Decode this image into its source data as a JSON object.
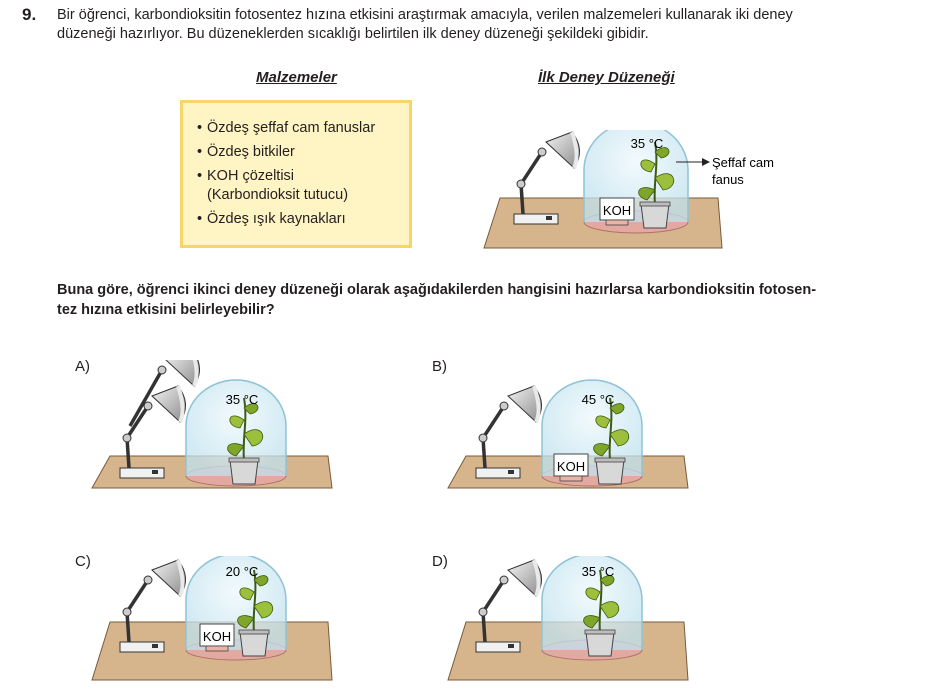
{
  "question": {
    "number": "9.",
    "lines": [
      "Bir öğrenci, karbondioksitin fotosentez hızına etkisini araştırmak amacıyla, verilen malzemeleri kullanarak iki deney",
      "düzeneği hazırlıyor. Bu düzeneklerden sıcaklığı belirtilen ilk deney düzeneği şekildeki gibidir."
    ]
  },
  "materials": {
    "title": "Malzemeler",
    "bullet": "•",
    "items": [
      [
        "Özdeş şeffaf cam fanuslar"
      ],
      [
        "Özdeş bitkiler"
      ],
      [
        "KOH çözeltisi",
        "(Karbondioksit tutucu)"
      ],
      [
        "Özdeş ışık kaynakları"
      ]
    ]
  },
  "first_setup": {
    "title": "İlk Deney Düzeneği",
    "temperature": "35 °C",
    "koh": "KOH",
    "label_line1": "Şeffaf cam",
    "label_line2": "fanus"
  },
  "prompt": {
    "lines": [
      "Buna göre, öğrenci ikinci deney düzeneği olarak aşağıdakilerden hangisini hazırlarsa karbondioksitin fotosen-",
      "tez hızına etkisini belirleyebilir?"
    ]
  },
  "options": [
    {
      "label": "A)",
      "temperature": "35 °C",
      "koh": ""
    },
    {
      "label": "B)",
      "temperature": "45 °C",
      "koh": "KOH"
    },
    {
      "label": "C)",
      "temperature": "20 °C",
      "koh": "KOH"
    },
    {
      "label": "D)",
      "temperature": "35 °C",
      "koh": ""
    }
  ],
  "colors": {
    "box_fill": "#fff4c4",
    "box_border": "#f6d66b",
    "table": "#d6b48c",
    "dome": "#cfe9f3",
    "leaf": "#9cbf3c"
  }
}
